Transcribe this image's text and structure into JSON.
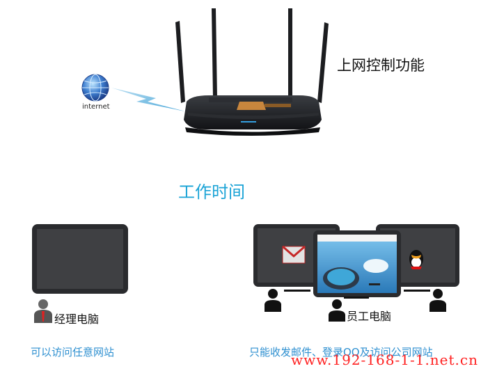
{
  "header": {
    "title": "上网控制功能"
  },
  "internet": {
    "label": "internet"
  },
  "section": {
    "title": "工作时间"
  },
  "manager": {
    "label": "经理电脑",
    "note": "可以访问任意网站"
  },
  "staff": {
    "label": "员工电脑",
    "note": "只能收发邮件、登录QQ及访问公司网站"
  },
  "watermark": {
    "text": "www.192-168-1-1.net.cn"
  },
  "colors": {
    "accent": "#1aa3d6",
    "note": "#2d8fd0",
    "watermark": "#ff2020"
  },
  "icons": [
    "globe-icon",
    "router-icon",
    "monitor-icon",
    "manager-person-icon",
    "person-icon",
    "gmail-icon",
    "qq-icon"
  ]
}
